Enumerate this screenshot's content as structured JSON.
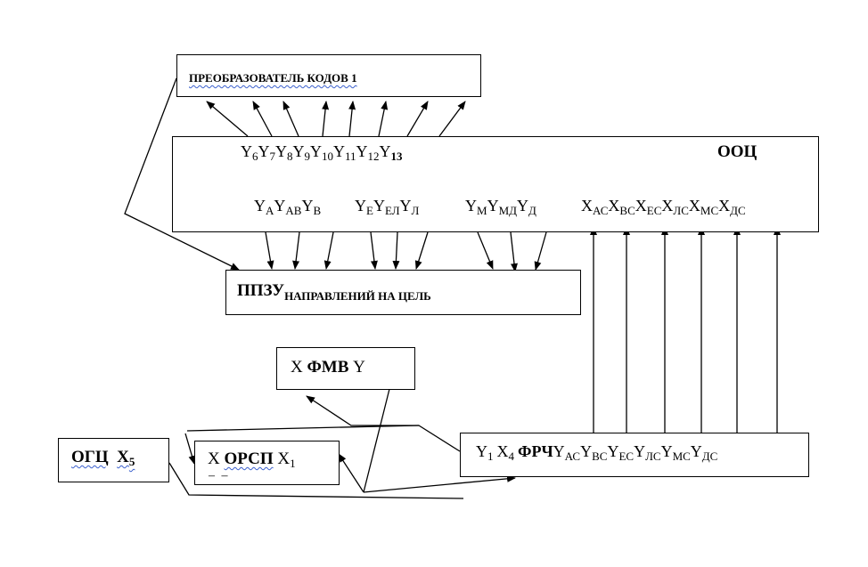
{
  "blocks": {
    "converter": {
      "label": "ПРЕОБРАЗОВАТЕЛЬ КОДОВ 1"
    },
    "ooc": {
      "label": "ООЦ",
      "top_row": [
        "Y",
        "6",
        "Y",
        "7",
        "Y",
        "8",
        "Y",
        "9",
        "Y",
        "10",
        "Y",
        "11",
        "Y",
        "12",
        "Y",
        "13"
      ],
      "mid_group1": [
        "Y",
        "А",
        "Y",
        "АВ",
        "Y",
        "В"
      ],
      "mid_group2": [
        "Y",
        "Е",
        "Y",
        "ЕЛ",
        "Y",
        "Л"
      ],
      "mid_group3": [
        "Y",
        "М",
        "Y",
        "МД",
        "Y",
        "Д"
      ],
      "mid_group4": [
        "X",
        "АС",
        "X",
        "ВС",
        "X",
        "ЕС",
        "X",
        "ЛС",
        "X",
        "МС",
        "X",
        "ДС"
      ]
    },
    "ppzu": {
      "label": "ППЗУ",
      "subscript": "НАПРАВЛЕНИЙ НА ЦЕЛЬ"
    },
    "fmv": {
      "x": "X",
      "label": "ФМВ",
      "y": "Y"
    },
    "frch": {
      "prefix": [
        "Y",
        "1",
        "X",
        "4"
      ],
      "label": "ФРЧ",
      "suffix": [
        "Y",
        "АС",
        "Y",
        "ВС",
        "Y",
        "ЕС",
        "Y",
        "ЛС",
        "Y",
        "МС",
        "Y",
        "ДС"
      ]
    },
    "orsp": {
      "x": "X",
      "label": "ОРСП",
      "out": "X",
      "out_sub": "1"
    },
    "ogc": {
      "label": "ОГЦ",
      "out": "X",
      "out_sub": "5"
    }
  },
  "colors": {
    "line": "#000000",
    "wavy_underline": "#3a5fcd"
  }
}
